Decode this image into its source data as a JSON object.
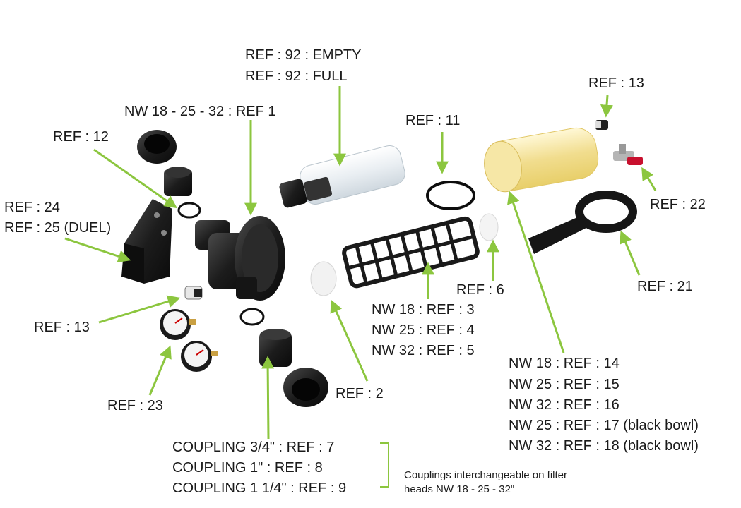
{
  "labels": {
    "ref92_empty": "REF : 92 : EMPTY",
    "ref92_full": "REF : 92 : FULL",
    "nw_ref1": "NW 18 - 25 - 32 : REF 1",
    "ref12": "REF : 12",
    "ref24": "REF : 24",
    "ref25": "REF : 25 (DUEL)",
    "ref13_left": "REF : 13",
    "ref23": "REF : 23",
    "ref11": "REF : 11",
    "ref13_top": "REF : 13",
    "ref22": "REF : 22",
    "ref21": "REF : 21",
    "ref6": "REF : 6",
    "nw18_ref3": "NW 18 : REF : 3",
    "nw25_ref4": "NW 25 : REF : 4",
    "nw32_ref5": "NW 32 : REF : 5",
    "ref2": "REF : 2",
    "nw18_ref14": "NW 18 : REF : 14",
    "nw25_ref15": "NW 25 : REF : 15",
    "nw32_ref16": "NW 32 : REF : 16",
    "nw25_ref17": "NW 25 : REF : 17 (black bowl)",
    "nw32_ref18": "NW 32 : REF : 18 (black bowl)",
    "coupling_34": "COUPLING 3/4\" : REF : 7",
    "coupling_1": "COUPLING 1\" : REF : 8",
    "coupling_114": "COUPLING 1 1/4\" : REF : 9",
    "note_line1": "Couplings interchangeable on filter",
    "note_line2": "heads NW 18 - 25 - 32\""
  },
  "colors": {
    "arrow": "#8cc63f",
    "part_dark": "#1e1e1e",
    "clear_bowl": "#f3e7b0",
    "valve_red": "#c8102e"
  }
}
